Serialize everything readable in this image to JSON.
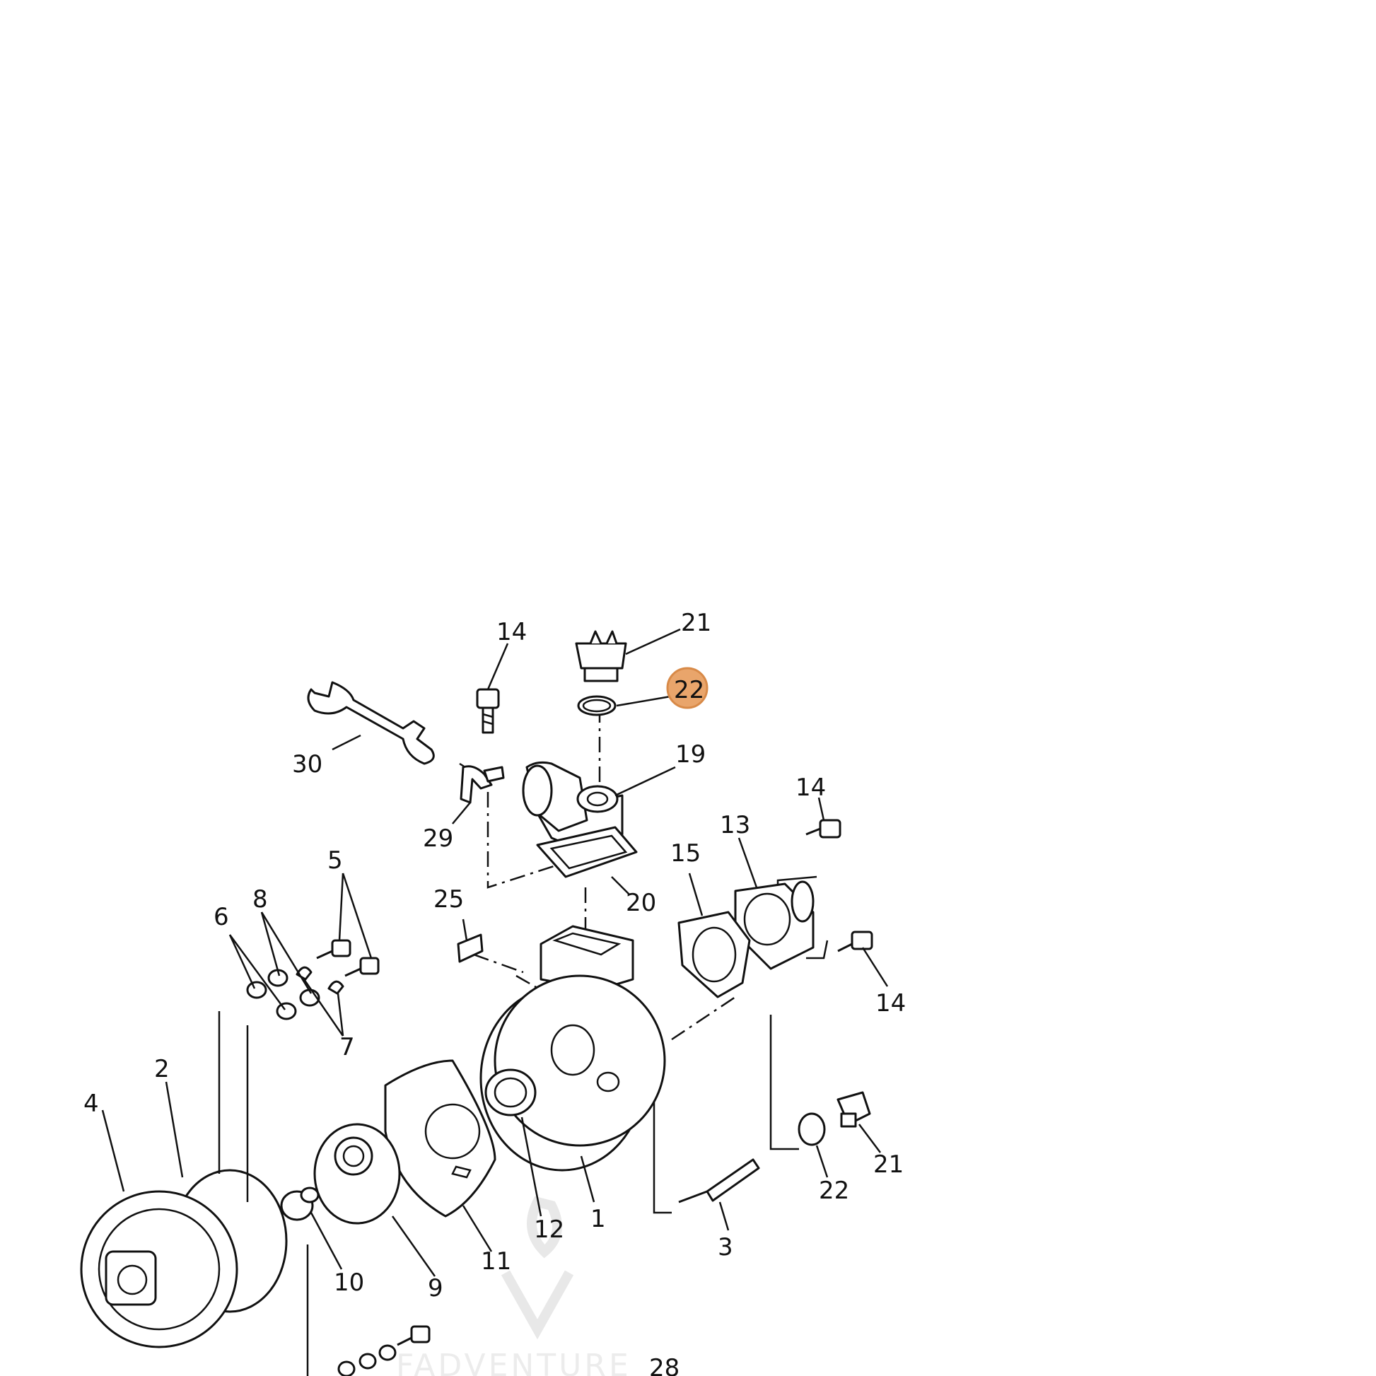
{
  "labels": {
    "l14a": "14",
    "l21a": "21",
    "l22a": "22",
    "l30": "30",
    "l19": "19",
    "l14b": "14",
    "l29": "29",
    "l13": "13",
    "l15": "15",
    "l5": "5",
    "l8": "8",
    "l6": "6",
    "l25": "25",
    "l20": "20",
    "l14c": "14",
    "l7": "7",
    "l2": "2",
    "l4": "4",
    "l21b": "21",
    "l22b": "22",
    "l12": "12",
    "l1": "1",
    "l10": "10",
    "l9": "9",
    "l11": "11",
    "l3": "3",
    "l28": "28"
  },
  "highlight": {
    "label": "22",
    "color": "#e9a56b"
  },
  "watermark": {
    "text": "FADVENTURE"
  }
}
